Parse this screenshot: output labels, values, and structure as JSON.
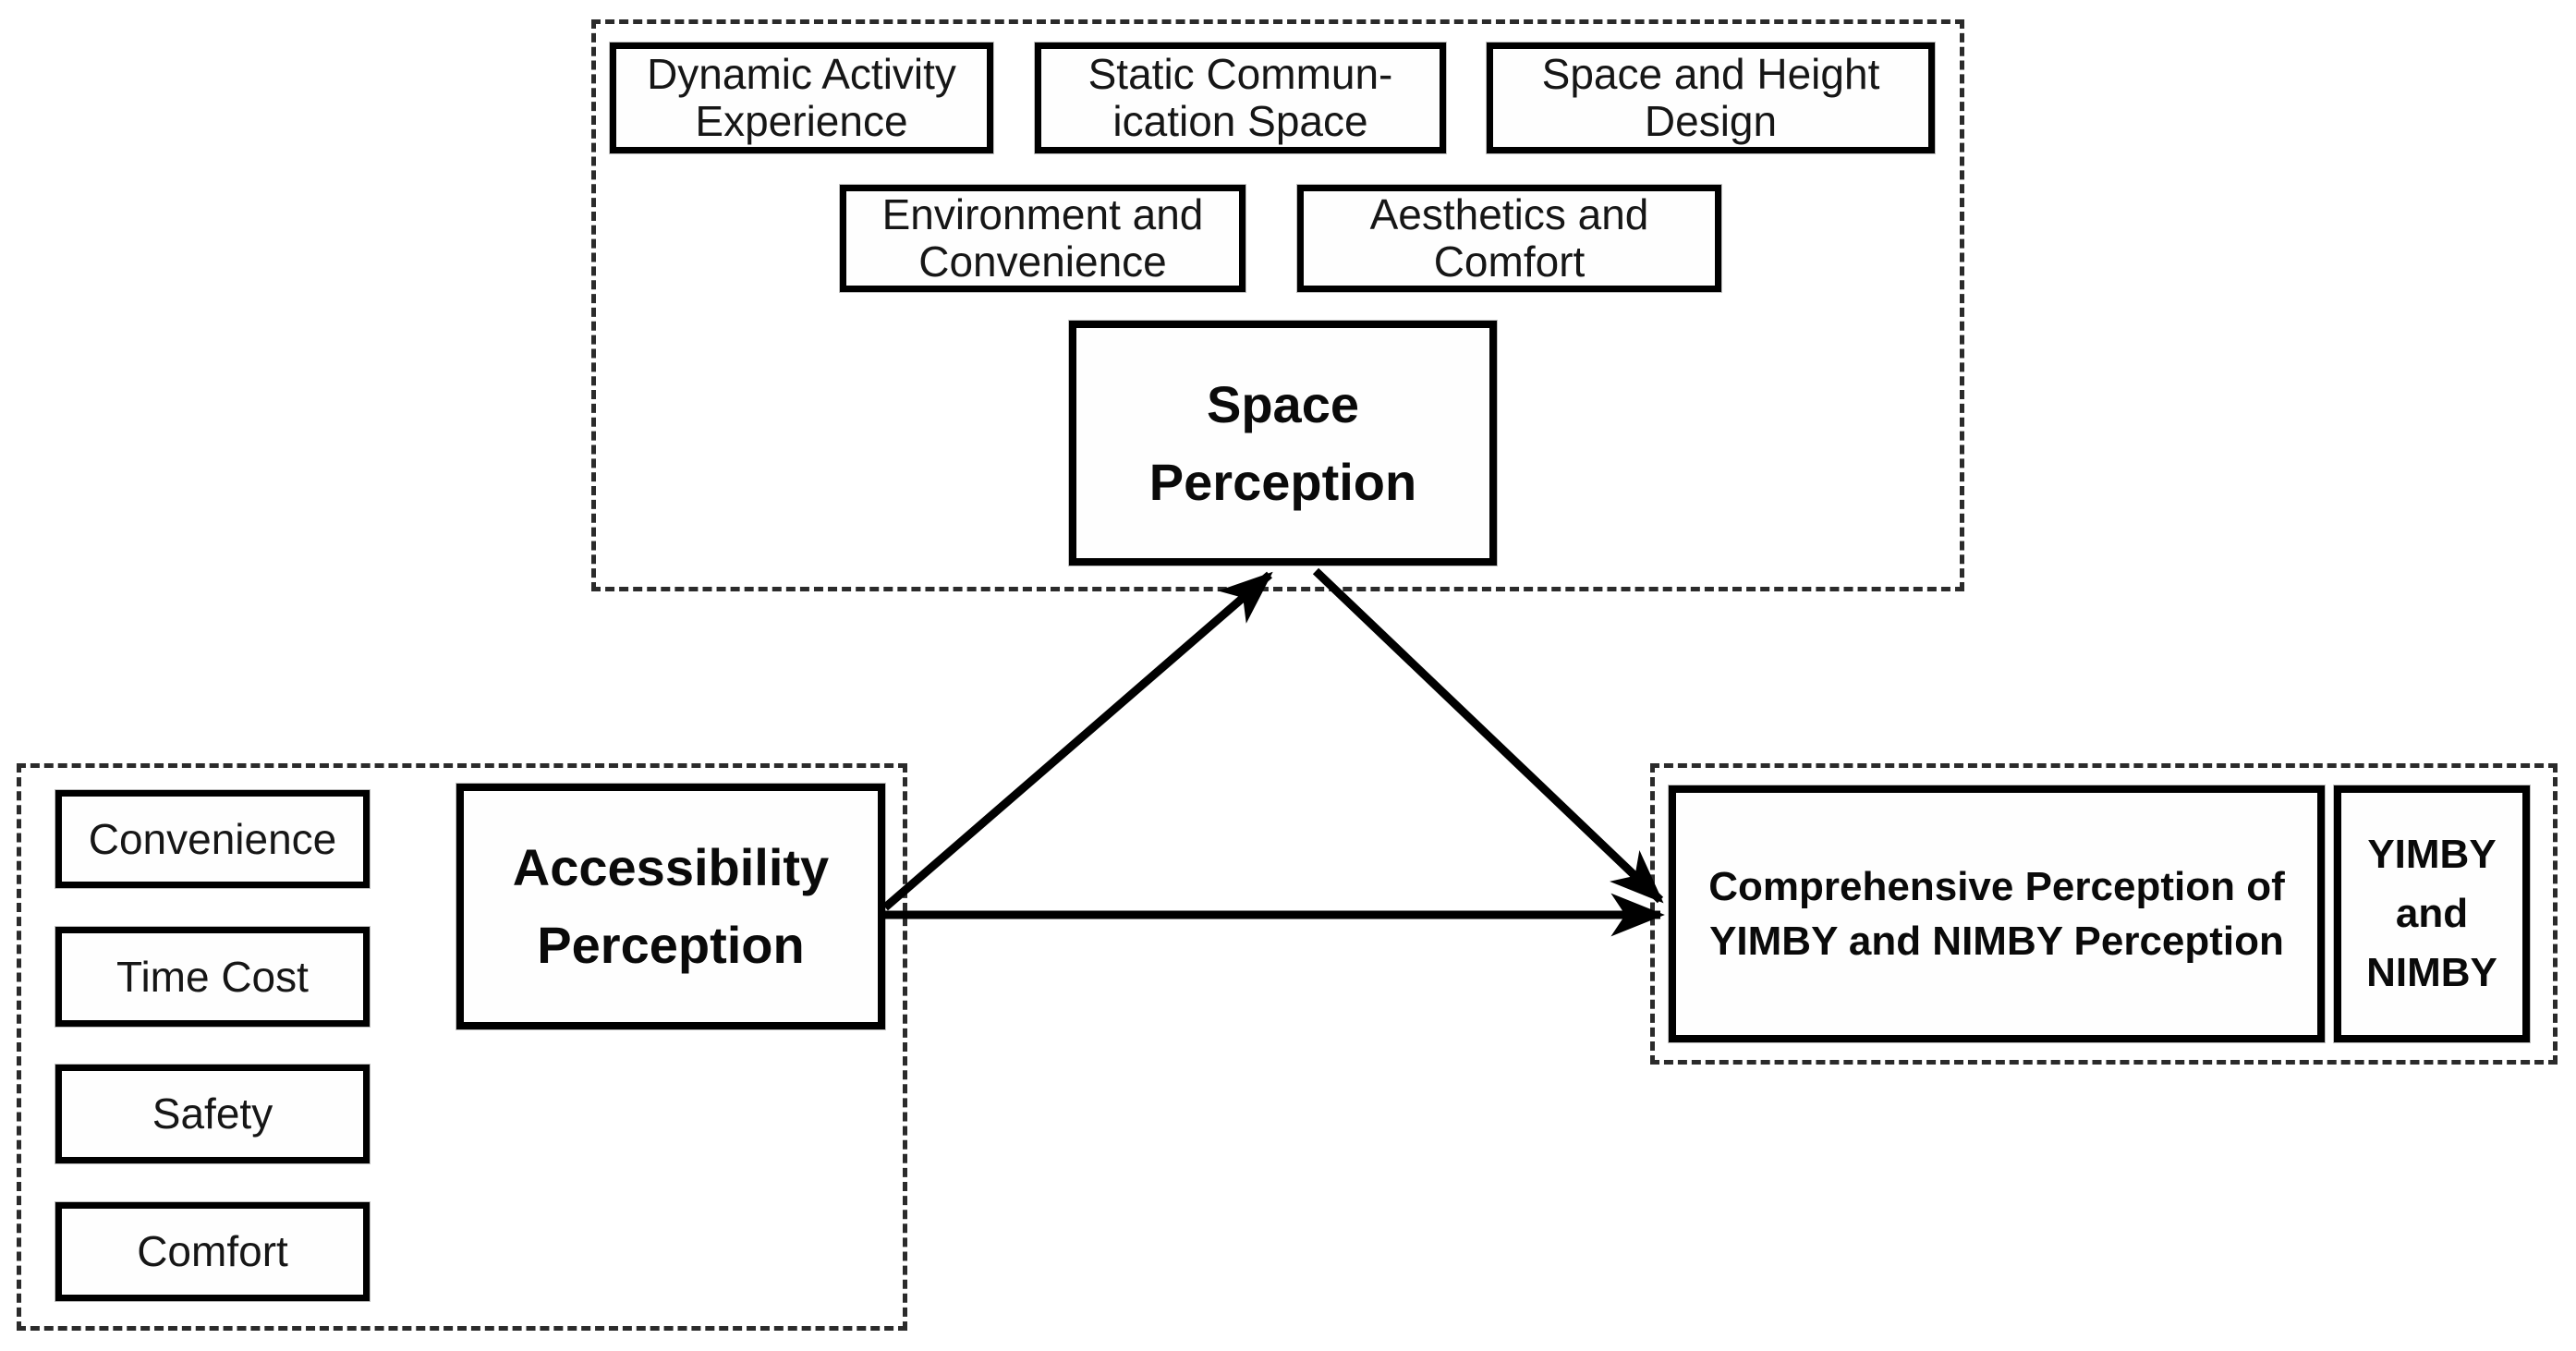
{
  "figure": {
    "space_perception_group": {
      "indicators": [
        {
          "label": "Dynamic Activity\nExperience"
        },
        {
          "label": "Static Commun-\nication Space"
        },
        {
          "label": "Space and Height\nDesign"
        },
        {
          "label": "Environment and\nConvenience"
        },
        {
          "label": "Aesthetics and\nComfort"
        }
      ],
      "construct_label": "Space\nPerception"
    },
    "accessibility_group": {
      "indicators": [
        {
          "label": "Convenience"
        },
        {
          "label": "Time Cost"
        },
        {
          "label": "Safety"
        },
        {
          "label": "Comfort"
        }
      ],
      "construct_label": "Accessibility\nPerception"
    },
    "outcome_group": {
      "construct_label": "Comprehensive Perception of\nYIMBY and NIMBY Perception",
      "outcome_label": "YIMBY\nand\nNIMBY"
    },
    "relations": {
      "arrow_1": "Accessibility Perception to Space Perception",
      "arrow_2": "Space Perception to Comprehensive Perception of YIMBY and NIMBY Perception",
      "arrow_3": "Accessibility Perception to Comprehensive Perception of YIMBY and NIMBY Perception"
    },
    "colors": {
      "line": "#000000",
      "text": "#111111",
      "background": "#ffffff",
      "dashed_border": "#2b2b2b"
    }
  }
}
